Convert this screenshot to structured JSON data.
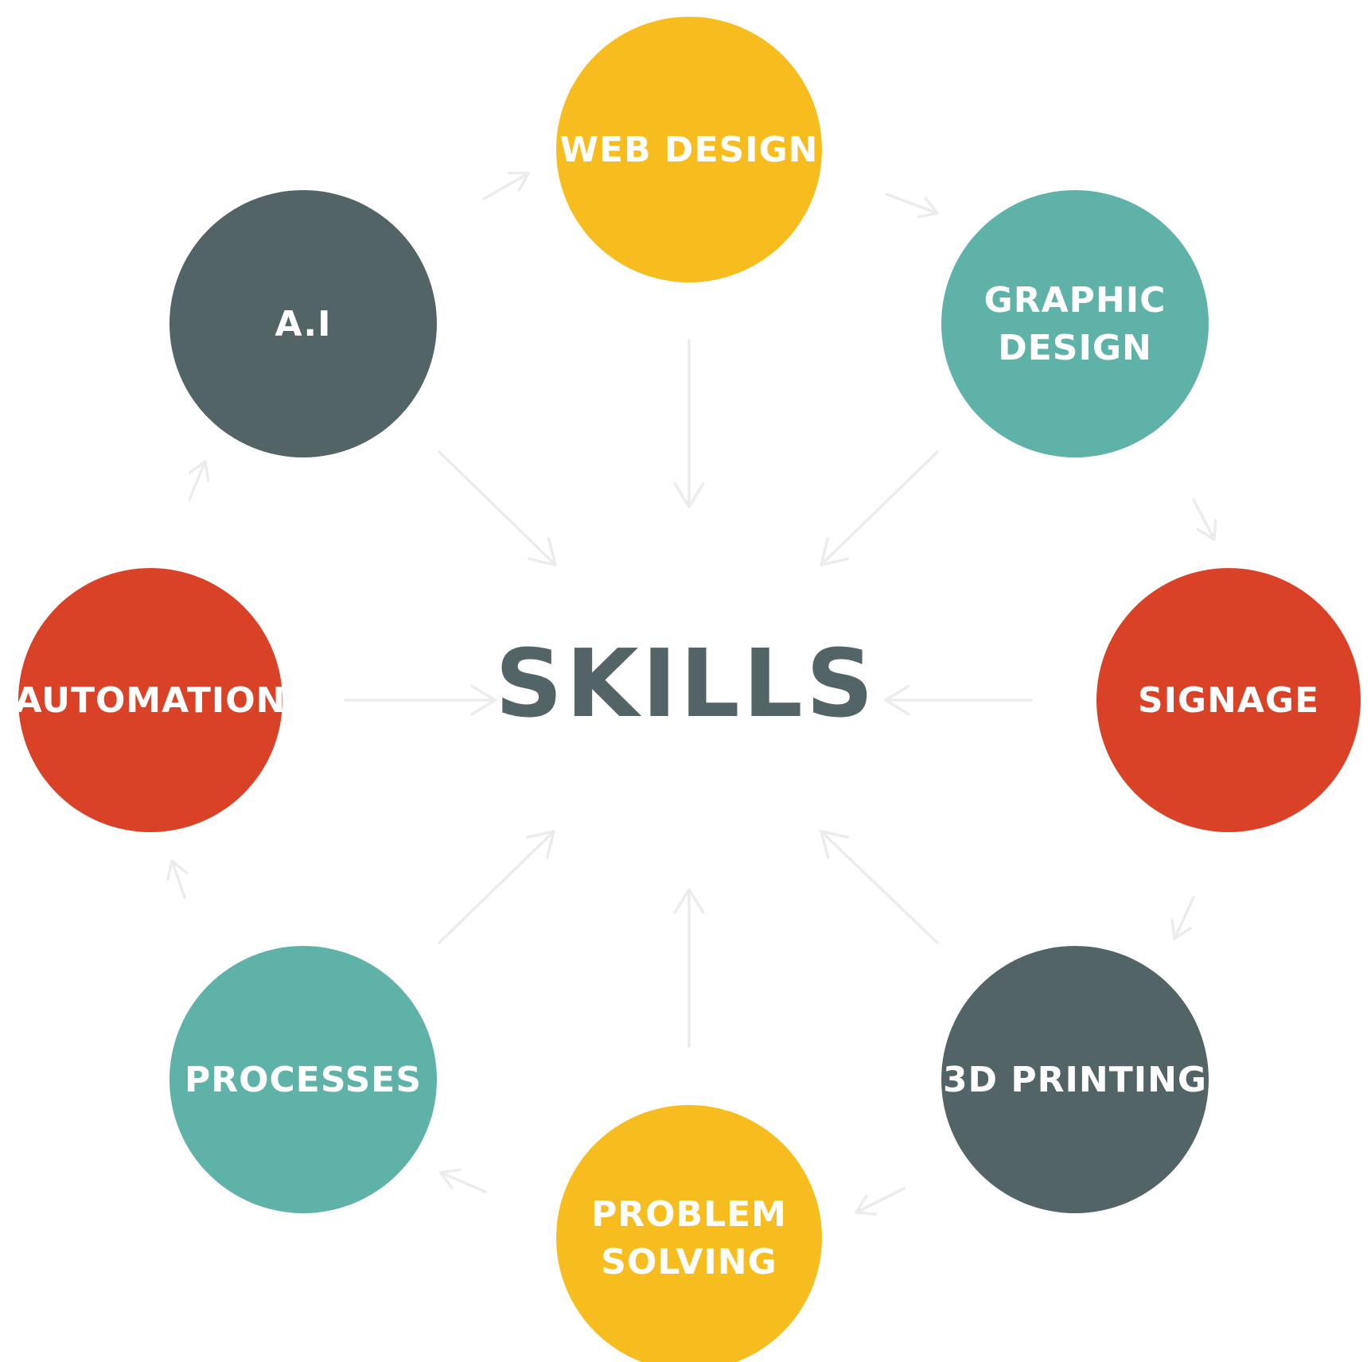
{
  "center": {
    "label": "SKILLS",
    "color": "#526465"
  },
  "arrow_color": "#ececec",
  "nodes": [
    {
      "id": "web-design",
      "lines": [
        "WEB DESIGN"
      ],
      "color": "#f7bd1f"
    },
    {
      "id": "graphic-design",
      "lines": [
        "GRAPHIC",
        "DESIGN"
      ],
      "color": "#5fb2a7"
    },
    {
      "id": "signage",
      "lines": [
        "SIGNAGE"
      ],
      "color": "#da4227"
    },
    {
      "id": "3d-printing",
      "lines": [
        "3D PRINTING"
      ],
      "color": "#526465"
    },
    {
      "id": "problem-solving",
      "lines": [
        "PROBLEM",
        "SOLVING"
      ],
      "color": "#f7bd1f"
    },
    {
      "id": "processes",
      "lines": [
        "PROCESSES"
      ],
      "color": "#5fb2a7"
    },
    {
      "id": "automation",
      "lines": [
        "AUTOMATION"
      ],
      "color": "#da4227"
    },
    {
      "id": "ai",
      "lines": [
        "A.I"
      ],
      "color": "#526465"
    }
  ]
}
